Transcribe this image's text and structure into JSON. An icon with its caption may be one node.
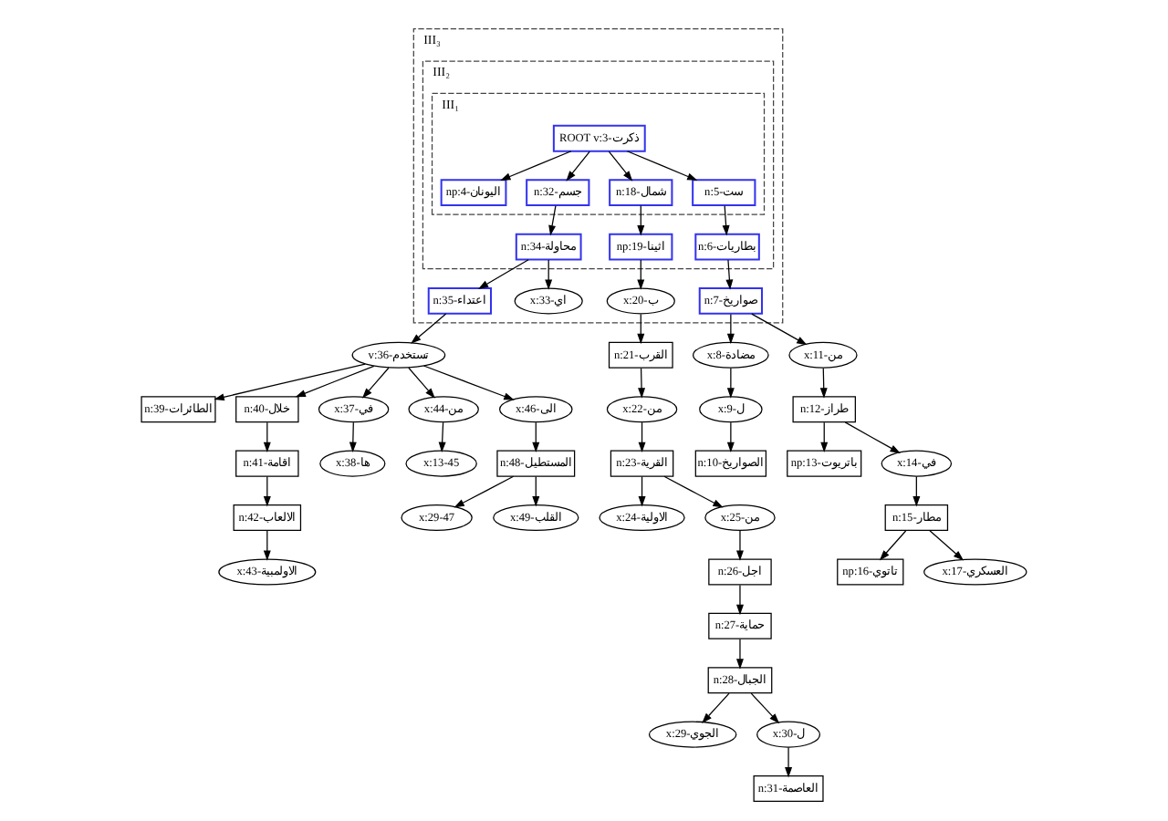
{
  "diagram": {
    "nodes": [
      {
        "text": [
          "III₃"
        ]
      },
      {
        "text": [
          "III₂"
        ],
        "in": 0
      },
      {
        "text": [
          "III₁"
        ],
        "in": 1
      },
      {
        "text": [
          "ROOT v:3-ذكرت"
        ],
        "in": 2
      },
      {
        "text": [
          "np:4-اليونان"
        ],
        "in": 2
      },
      {
        "text": [
          "n:32-جسم"
        ],
        "in": 2
      },
      {
        "text": [
          "n:18-شمال"
        ],
        "in": 2
      },
      {
        "text": [
          "n:5-ست"
        ],
        "in": 2
      },
      {
        "text": [
          "n:34-محاولة"
        ],
        "in": 1
      },
      {
        "text": [
          "np:19-اثينا"
        ],
        "in": 1
      },
      {
        "text": [
          "n:6-بطاريات"
        ],
        "in": 1
      },
      {
        "text": [
          "n:35-اعتداء"
        ],
        "in": 0
      },
      {
        "text": [
          "x:33-اي"
        ],
        "in": 0
      },
      {
        "text": [
          "x:20-ب"
        ],
        "in": 0
      },
      {
        "text": [
          "n:7-صواريخ"
        ],
        "in": 0
      },
      {
        "text": [
          "v:36-تستخدم"
        ]
      },
      {
        "text": [
          "n:39-الطائرات"
        ]
      },
      {
        "text": [
          "n:40-خلال"
        ]
      },
      {
        "text": [
          "x:37-في"
        ]
      },
      {
        "text": [
          "x:44-من"
        ]
      },
      {
        "text": [
          "x:46-الى"
        ]
      },
      {
        "text": [
          "n:41-اقامة"
        ]
      },
      {
        "text": [
          "x:38-ها"
        ]
      },
      {
        "text": [
          "x:13-45"
        ]
      },
      {
        "text": [
          "n:48-المستطيل"
        ]
      },
      {
        "text": [
          "n:42-الالعاب"
        ]
      },
      {
        "text": [
          "x:29-47"
        ]
      },
      {
        "text": [
          "x:49-القلب"
        ]
      },
      {
        "text": [
          "x:43-الاولمبية"
        ]
      },
      {
        "text": [
          "n:21-القرب"
        ]
      },
      {
        "text": [
          "x:8-مضادة"
        ]
      },
      {
        "text": [
          "x:11-من"
        ]
      },
      {
        "text": [
          "x:22-من"
        ]
      },
      {
        "text": [
          "x:9-ل"
        ]
      },
      {
        "text": [
          "n:12-طراز"
        ]
      },
      {
        "text": [
          "n:23-القرية"
        ]
      },
      {
        "text": [
          "n:10-الصواريخ"
        ]
      },
      {
        "text": [
          "np:13-باتريوت"
        ]
      },
      {
        "text": [
          "x:14-في"
        ]
      },
      {
        "text": [
          "x:24-الاولية"
        ]
      },
      {
        "text": [
          "x:25-من"
        ]
      },
      {
        "text": [
          "n:15-مطار"
        ]
      },
      {
        "text": [
          "n:26-اجل"
        ]
      },
      {
        "text": [
          "np:16-تاتوي"
        ]
      },
      {
        "text": [
          "x:17-العسكري"
        ]
      },
      {
        "text": [
          "n:27-حماية"
        ]
      },
      {
        "text": [
          "n:28-الجبال"
        ]
      },
      {
        "text": [
          "x:29-الجوي"
        ]
      },
      {
        "text": [
          "x:30-ل"
        ]
      },
      {
        "text": [
          "n:31-العاصمة"
        ]
      }
    ],
    "edges": [
      {
        "from": 3,
        "to": 4,
        "arrow": "to"
      },
      {
        "from": 3,
        "to": 5,
        "arrow": "to"
      },
      {
        "from": 3,
        "to": 6,
        "arrow": "to"
      },
      {
        "from": 3,
        "to": 7,
        "arrow": "to"
      },
      {
        "from": 5,
        "to": 8,
        "arrow": "to"
      },
      {
        "from": 6,
        "to": 9,
        "arrow": "to"
      },
      {
        "from": 7,
        "to": 10,
        "arrow": "to"
      },
      {
        "from": 8,
        "to": 11,
        "arrow": "to"
      },
      {
        "from": 8,
        "to": 12,
        "arrow": "to"
      },
      {
        "from": 9,
        "to": 13,
        "arrow": "to"
      },
      {
        "from": 10,
        "to": 14,
        "arrow": "to"
      },
      {
        "from": 11,
        "to": 15,
        "arrow": "to"
      },
      {
        "from": 13,
        "to": 29,
        "arrow": "to"
      },
      {
        "from": 14,
        "to": 30,
        "arrow": "to"
      },
      {
        "from": 14,
        "to": 31,
        "arrow": "to"
      },
      {
        "from": 15,
        "to": 16,
        "arrow": "to"
      },
      {
        "from": 15,
        "to": 17,
        "arrow": "to"
      },
      {
        "from": 15,
        "to": 18,
        "arrow": "to"
      },
      {
        "from": 15,
        "to": 19,
        "arrow": "to"
      },
      {
        "from": 15,
        "to": 20,
        "arrow": "to"
      },
      {
        "from": 17,
        "to": 21,
        "arrow": "to"
      },
      {
        "from": 21,
        "to": 25,
        "arrow": "to"
      },
      {
        "from": 25,
        "to": 28,
        "arrow": "to"
      },
      {
        "from": 18,
        "to": 22,
        "arrow": "to"
      },
      {
        "from": 19,
        "to": 23,
        "arrow": "to"
      },
      {
        "from": 20,
        "to": 24,
        "arrow": "to"
      },
      {
        "from": 24,
        "to": 26,
        "arrow": "to"
      },
      {
        "from": 24,
        "to": 27,
        "arrow": "to"
      },
      {
        "from": 29,
        "to": 32,
        "arrow": "to"
      },
      {
        "from": 32,
        "to": 35,
        "arrow": "to"
      },
      {
        "from": 35,
        "to": 39,
        "arrow": "to"
      },
      {
        "from": 35,
        "to": 40,
        "arrow": "to"
      },
      {
        "from": 40,
        "to": 42,
        "arrow": "to"
      },
      {
        "from": 42,
        "to": 45,
        "arrow": "to"
      },
      {
        "from": 45,
        "to": 46,
        "arrow": "to"
      },
      {
        "from": 46,
        "to": 47,
        "arrow": "to"
      },
      {
        "from": 46,
        "to": 48,
        "arrow": "to"
      },
      {
        "from": 48,
        "to": 49,
        "arrow": "to"
      },
      {
        "from": 30,
        "to": 33,
        "arrow": "to"
      },
      {
        "from": 33,
        "to": 36,
        "arrow": "to"
      },
      {
        "from": 31,
        "to": 34,
        "arrow": "to"
      },
      {
        "from": 34,
        "to": 37,
        "arrow": "to"
      },
      {
        "from": 34,
        "to": 38,
        "arrow": "to"
      },
      {
        "from": 38,
        "to": 41,
        "arrow": "to"
      },
      {
        "from": 41,
        "to": 43,
        "arrow": "to"
      },
      {
        "from": 41,
        "to": 44,
        "arrow": "to"
      }
    ]
  }
}
